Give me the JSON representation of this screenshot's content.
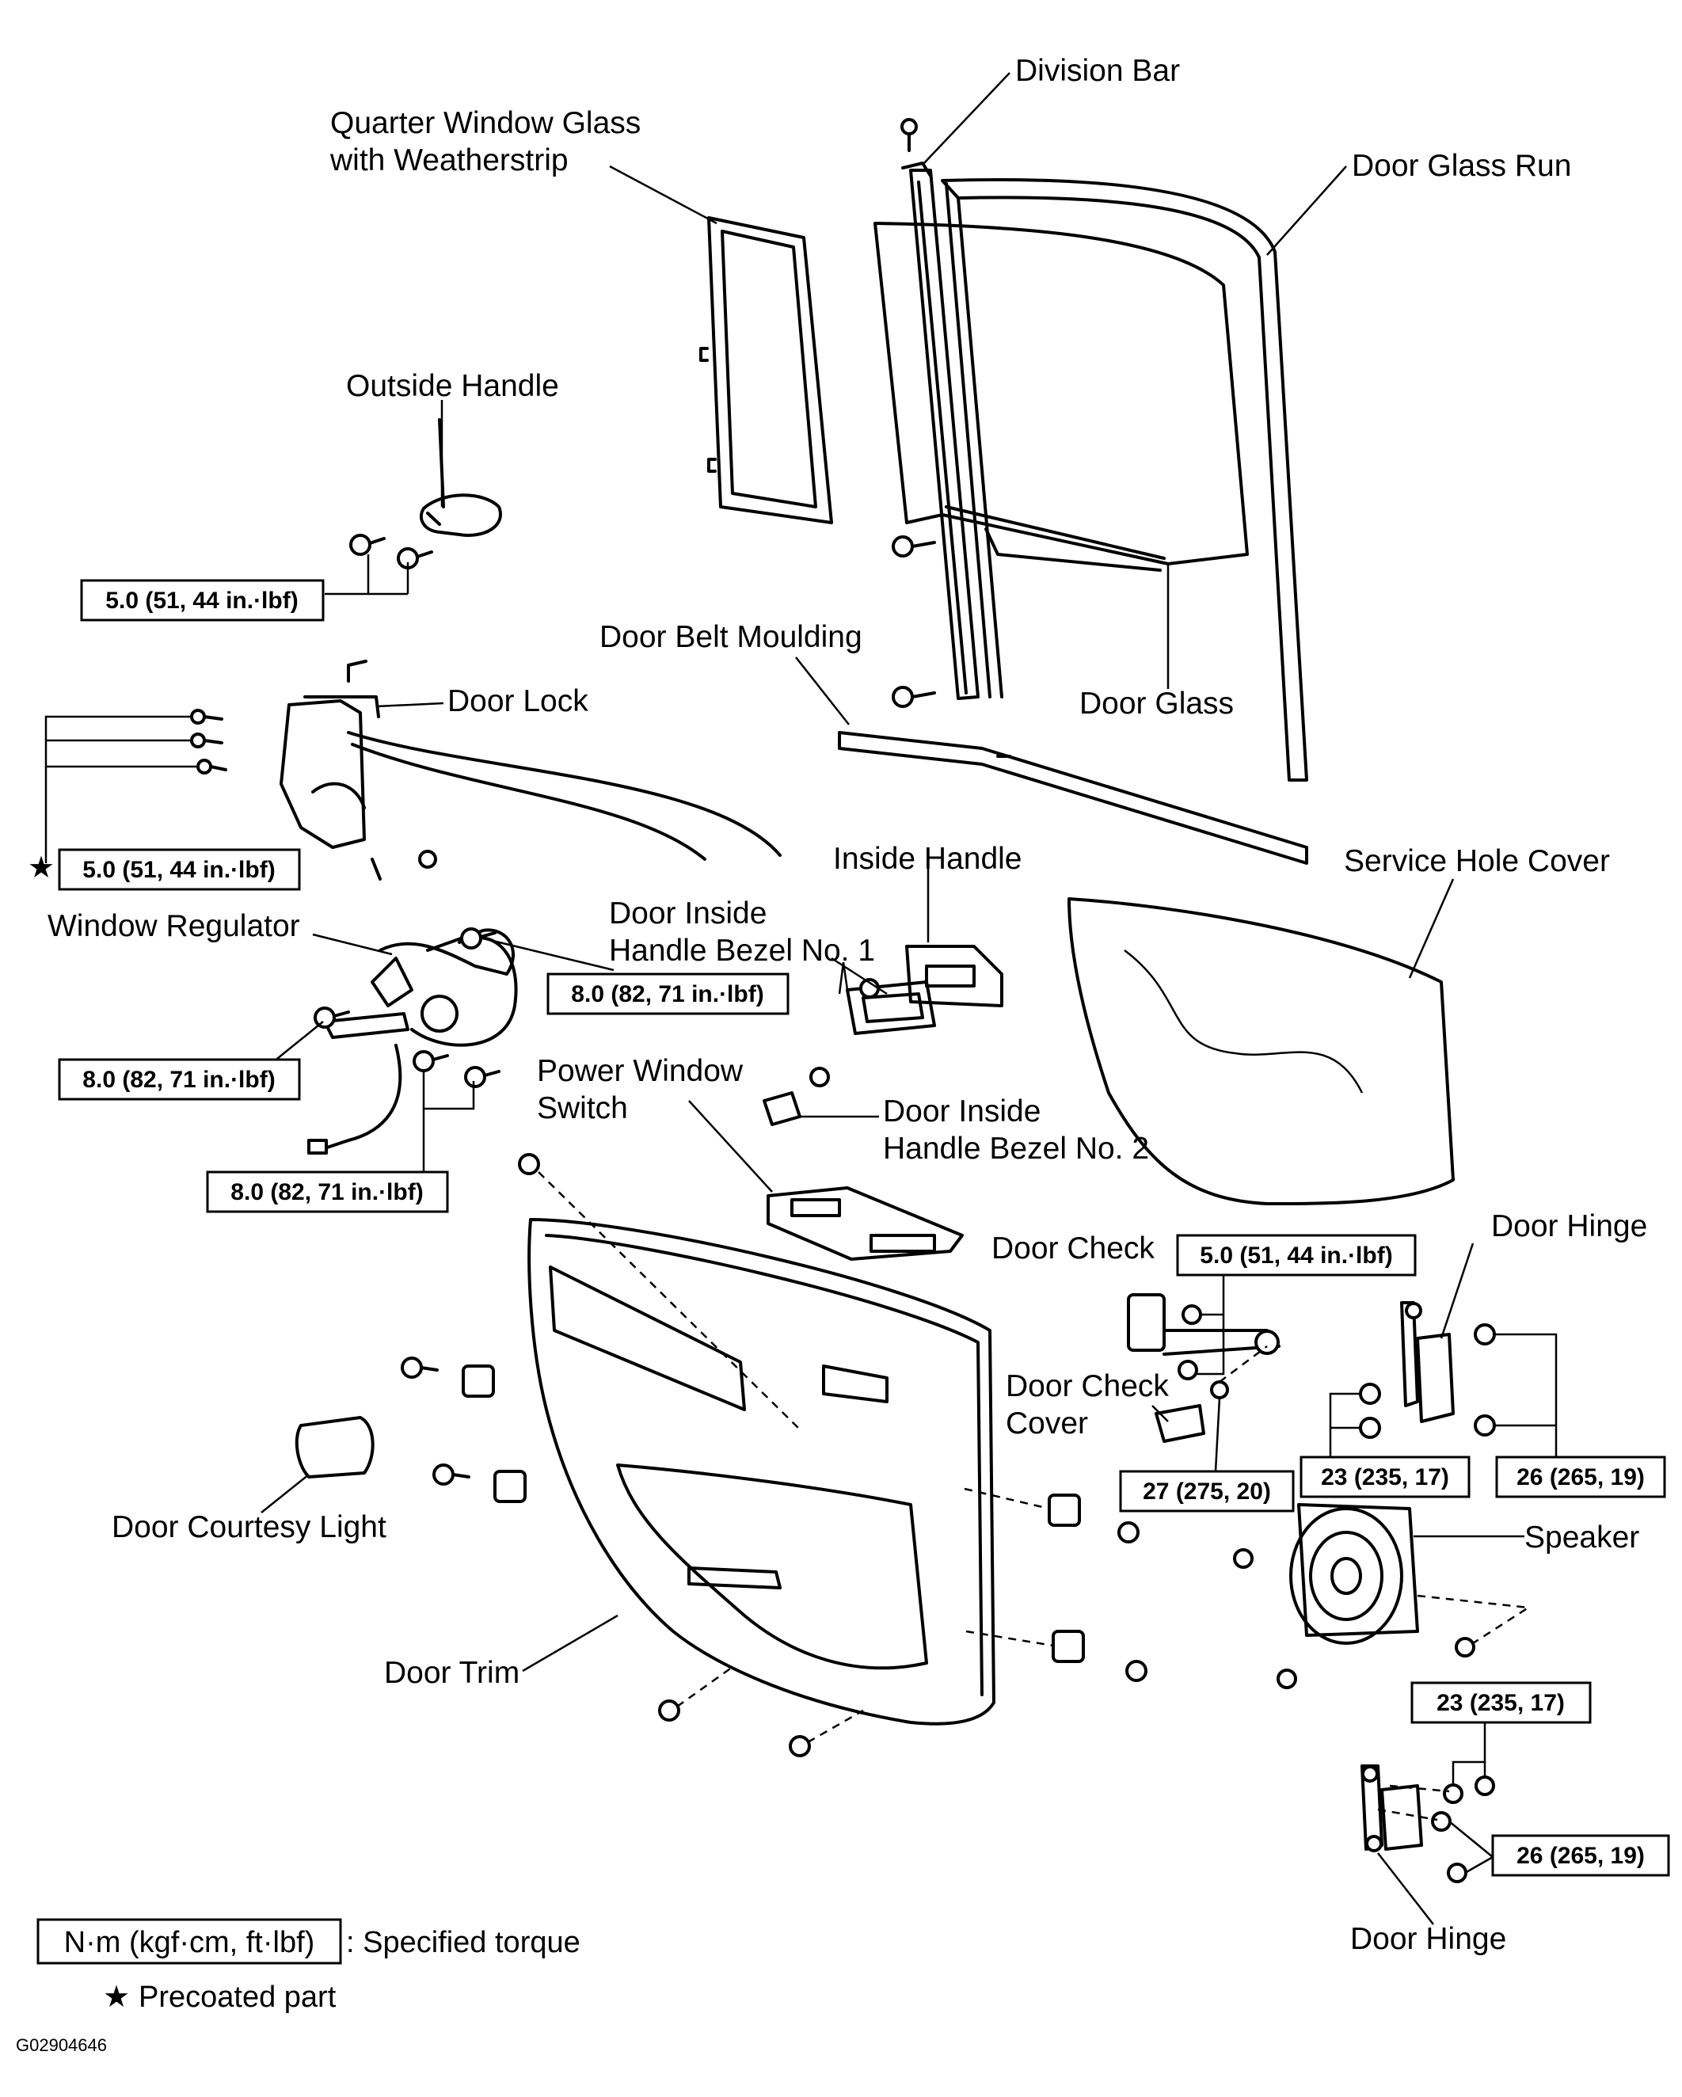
{
  "labels": {
    "division_bar": "Division Bar",
    "quarter_window_1": "Quarter Window Glass",
    "quarter_window_2": "with Weatherstrip",
    "door_glass_run": "Door Glass Run",
    "outside_handle": "Outside Handle",
    "door_belt_moulding": "Door Belt Moulding",
    "door_lock": "Door Lock",
    "door_glass": "Door Glass",
    "inside_handle": "Inside Handle",
    "service_hole_cover": "Service Hole Cover",
    "bezel1_line1": "Door Inside",
    "bezel1_line2": "Handle Bezel No. 1",
    "window_regulator": "Window Regulator",
    "power_window_1": "Power Window",
    "power_window_2": "Switch",
    "bezel2_line1": "Door Inside",
    "bezel2_line2": "Handle Bezel No. 2",
    "door_check": "Door Check",
    "door_hinge_upper": "Door Hinge",
    "door_check_cover_1": "Door Check",
    "door_check_cover_2": "Cover",
    "door_courtesy_light": "Door Courtesy Light",
    "speaker": "Speaker",
    "door_trim": "Door Trim",
    "door_hinge_lower": "Door Hinge"
  },
  "torques": {
    "outside_handle": "5.0 (51, 44 in.·lbf)",
    "door_lock": "5.0 (51, 44 in.·lbf)",
    "regulator_top": "8.0 (82, 71 in.·lbf)",
    "regulator_left": "8.0 (82, 71 in.·lbf)",
    "regulator_bottom": "8.0 (82, 71 in.·lbf)",
    "door_check": "5.0 (51, 44 in.·lbf)",
    "check_cover": "27 (275, 20)",
    "hinge_upper_left": "23 (235, 17)",
    "hinge_upper_right": "26 (265, 19)",
    "hinge_lower_top": "23 (235, 17)",
    "hinge_lower_right": "26 (265, 19)"
  },
  "legend": {
    "torque_unit": "N·m (kgf·cm, ft·lbf)",
    "torque_desc": ": Specified torque",
    "precoat_symbol": "★",
    "precoat_desc": "Precoated part"
  },
  "figure_code": "G02904646"
}
